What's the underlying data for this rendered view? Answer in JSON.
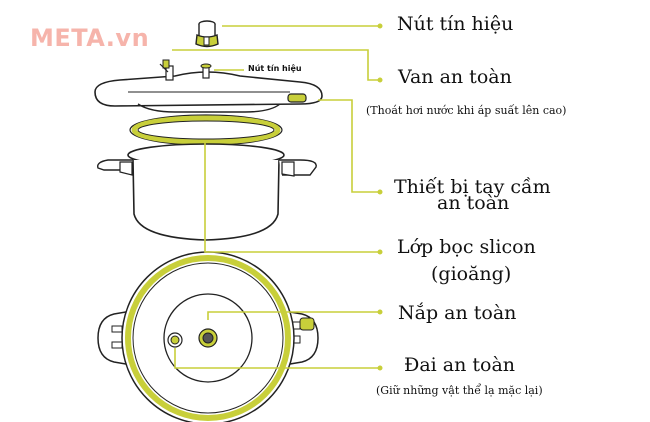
{
  "brand": {
    "logo_text": "META.vn"
  },
  "labels": {
    "nut_tin_hieu": "Nút tín hiệu",
    "van_an_toan": "Van an toàn",
    "van_an_toan_note": "(Thoát hơi nước khi áp suất lên cao)",
    "thiet_bi_line1": "Thiết bị tay cầm",
    "thiet_bi_line2": "an toàn",
    "lop_boc_line1": "Lớp bọc slicon",
    "lop_boc_line2": "(gioăng)",
    "nap_an_toan": "Nắp an toàn",
    "dai_an_toan": "Đai an toàn",
    "dai_an_toan_note": "(Giữ những vật thể lạ mặc lại)",
    "inline_callout": "Nút tín hiệu"
  },
  "colors": {
    "accent": "#c8cf3a",
    "outline": "#222222",
    "brand": "#f6b4ab"
  }
}
